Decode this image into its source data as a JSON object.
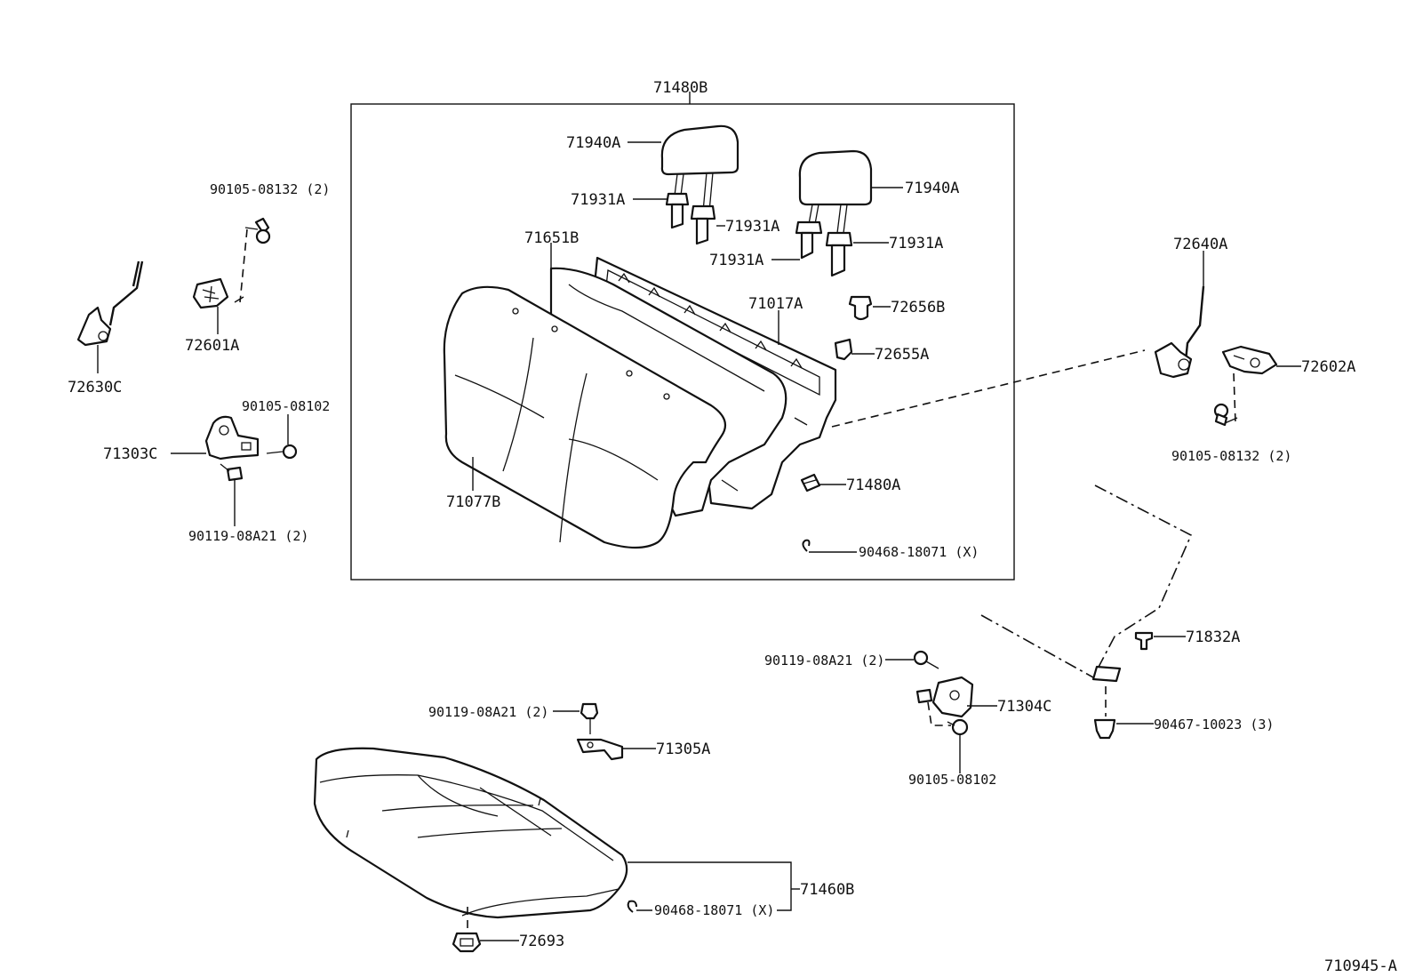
{
  "diagram_id": "710945-A",
  "labels": {
    "p71480B": "71480B",
    "p71940A_left": "71940A",
    "p71940A_right": "71940A",
    "p71931A_1": "71931A",
    "p71931A_2": "71931A",
    "p71931A_3": "71931A",
    "p71931A_4": "71931A",
    "p71651B": "71651B",
    "p71017A": "71017A",
    "p72656B": "72656B",
    "p72655A": "72655A",
    "p71480A": "71480A",
    "p90468_top": "90468-18071 (X)",
    "p71077B": "71077B",
    "p90105_08132_left": "90105-08132 (2)",
    "p72601A": "72601A",
    "p72630C": "72630C",
    "p90105_08102_left": "90105-08102",
    "p71303C": "71303C",
    "p90119_left": "90119-08A21 (2)",
    "p72640A": "72640A",
    "p72602A": "72602A",
    "p90105_08132_right": "90105-08132 (2)",
    "p71832A": "71832A",
    "p90119_mid": "90119-08A21 (2)",
    "p71304C": "71304C",
    "p90467": "90467-10023 (3)",
    "p90105_08102_mid": "90105-08102",
    "p90119_bottom": "90119-08A21 (2)",
    "p71305A": "71305A",
    "p71460B": "71460B",
    "p90468_bottom": "90468-18071 (X)",
    "p72693": "72693"
  }
}
